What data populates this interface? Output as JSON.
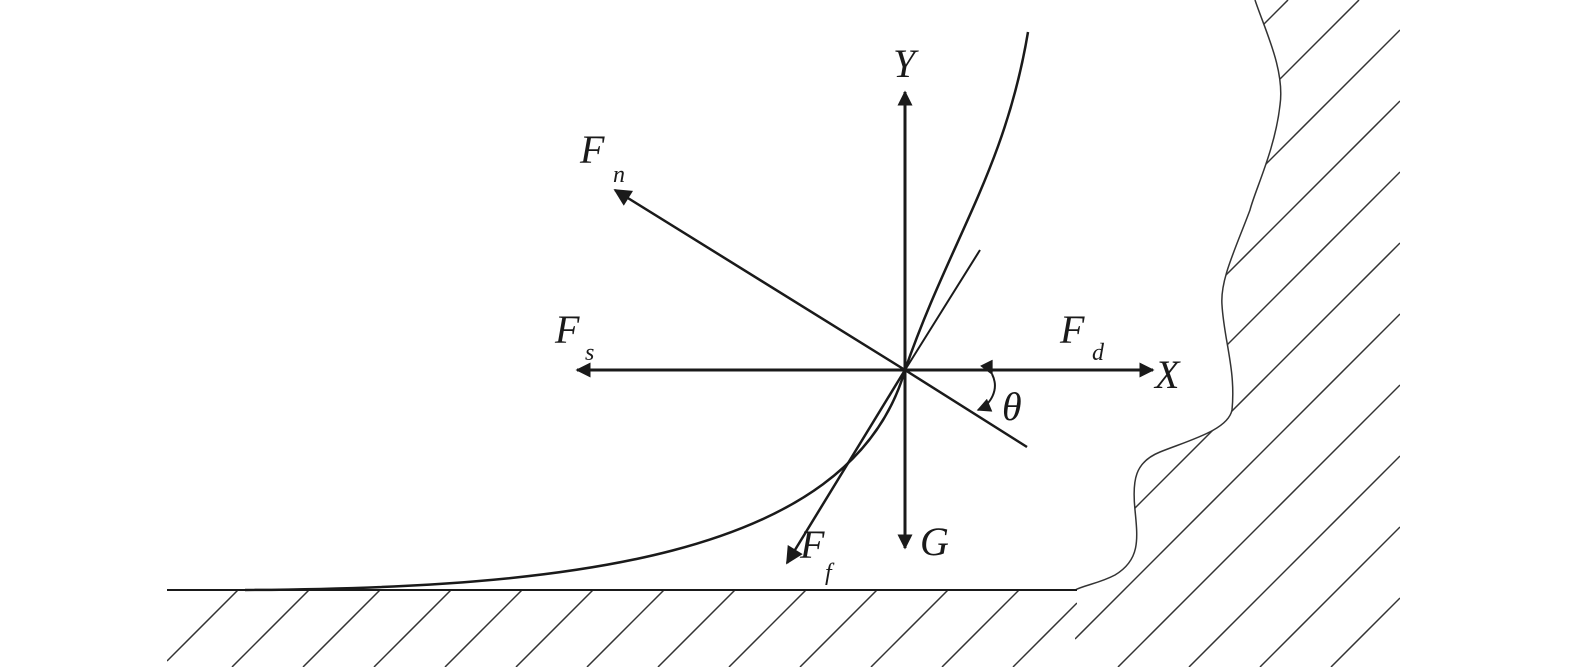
{
  "labels": {
    "y_axis": "Y",
    "x_axis": "X",
    "fn": {
      "main": "F",
      "sub": "n"
    },
    "fs": {
      "main": "F",
      "sub": "s"
    },
    "fd": {
      "main": "F",
      "sub": "d"
    },
    "ff": {
      "main": "F",
      "sub": "f"
    },
    "g": "G",
    "theta": "θ"
  },
  "colors": {
    "stroke": "#1a1a1a",
    "hatch": "#333333"
  }
}
